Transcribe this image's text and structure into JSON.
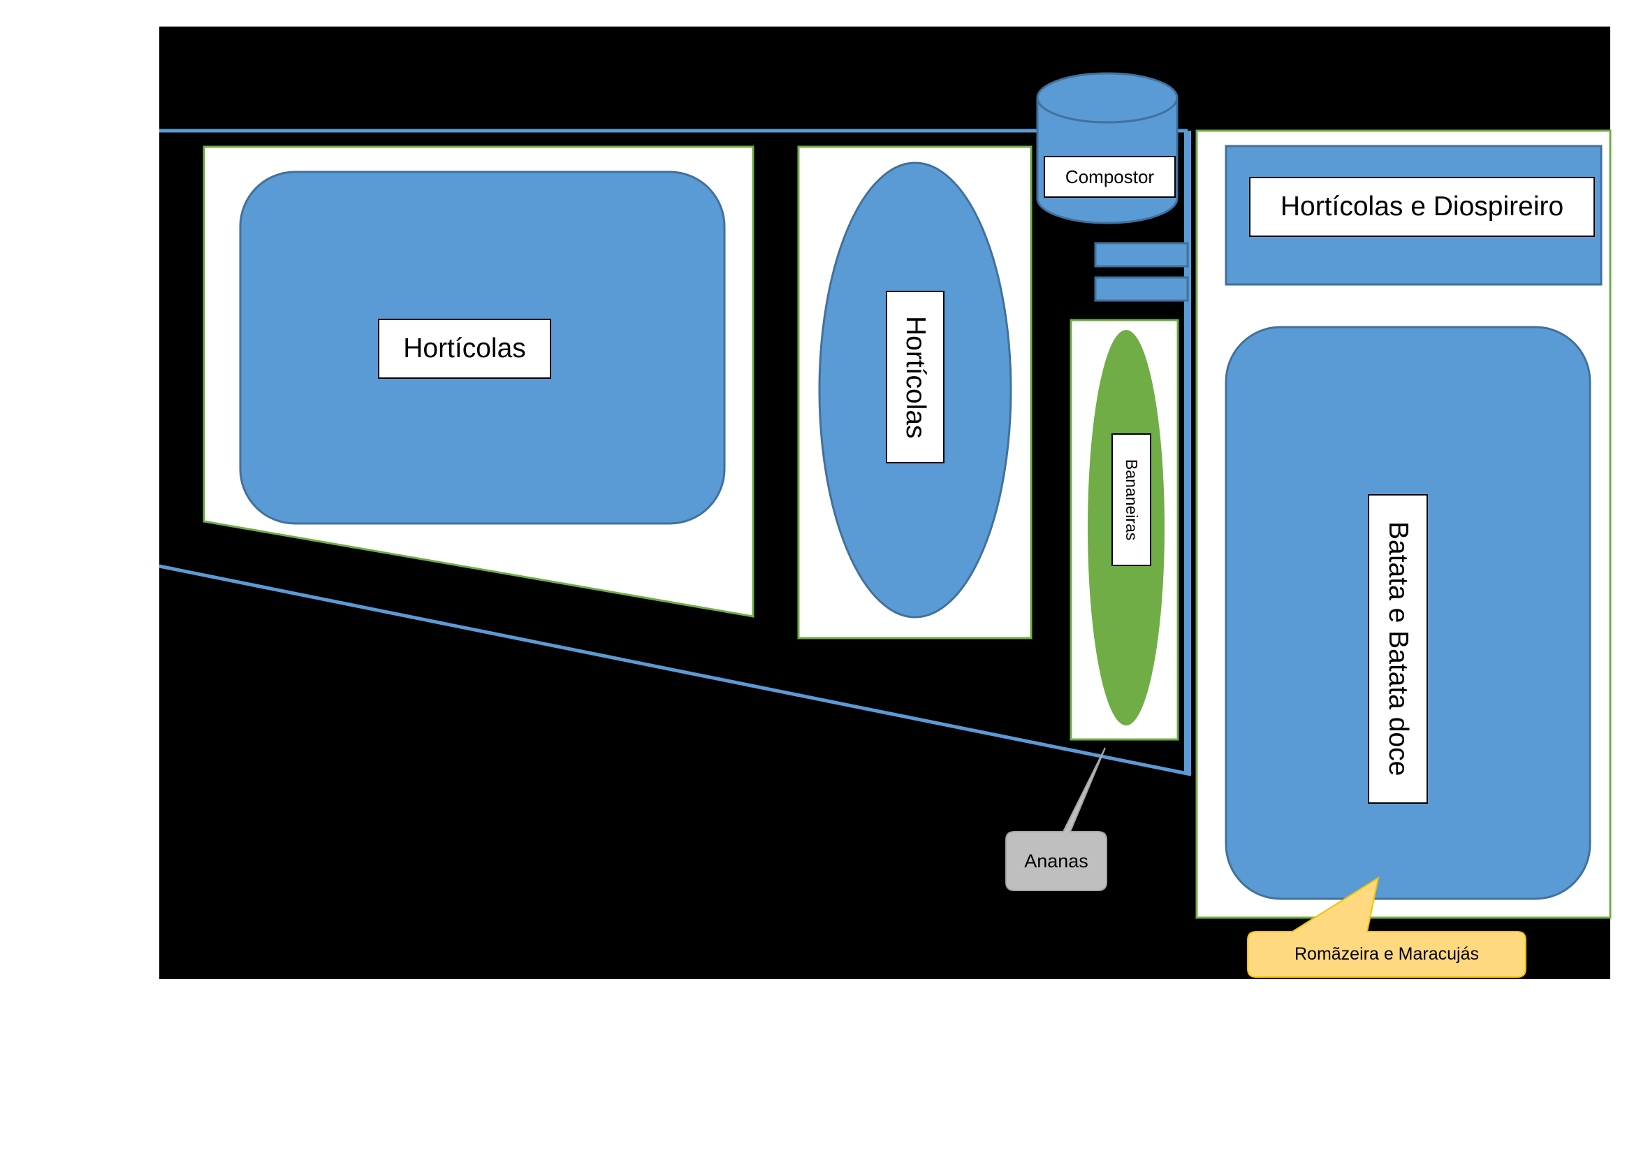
{
  "colors": {
    "background": "#000000",
    "zone_fill": "#ffffff",
    "zone_border": "#70ad47",
    "bed_fill": "#5b9bd5",
    "bed_stroke": "#41719c",
    "banana_fill": "#70ad47",
    "boundary_line": "#5b9bd5",
    "ananas_callout": "#bfbfbf",
    "romazeira_callout": "#ffd97f"
  },
  "labels": {
    "horticolas_left": "Hortícolas",
    "horticolas_middle": "Hortícolas",
    "compostor": "Compostor",
    "bananeiras": "Bananeiras",
    "horticolas_diospireiro": "Hortícolas e Diospireiro",
    "batata": "Batata e Batata doce",
    "ananas": "Ananas",
    "romazeira": "Romãzeira e Maracujás"
  }
}
